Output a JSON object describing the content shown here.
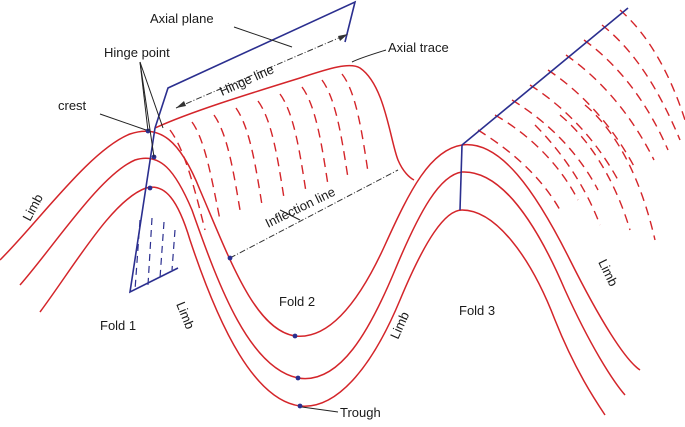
{
  "labels": {
    "axial_plane": "Axial plane",
    "axial_trace": "Axial trace",
    "hinge_point": "Hinge point",
    "hinge_line": "Hinge line",
    "crest": "crest",
    "inflection_line": "Inflection line",
    "limb_left": "Limb",
    "limb_fold1": "Limb",
    "limb_fold2": "Limb",
    "limb_right": "Limb",
    "fold1": "Fold 1",
    "fold2": "Fold 2",
    "fold3": "Fold 3",
    "trough": "Trough"
  },
  "colors": {
    "layers": "#d4252a",
    "planes": "#2b2f8f",
    "text": "#1a1a1a"
  }
}
